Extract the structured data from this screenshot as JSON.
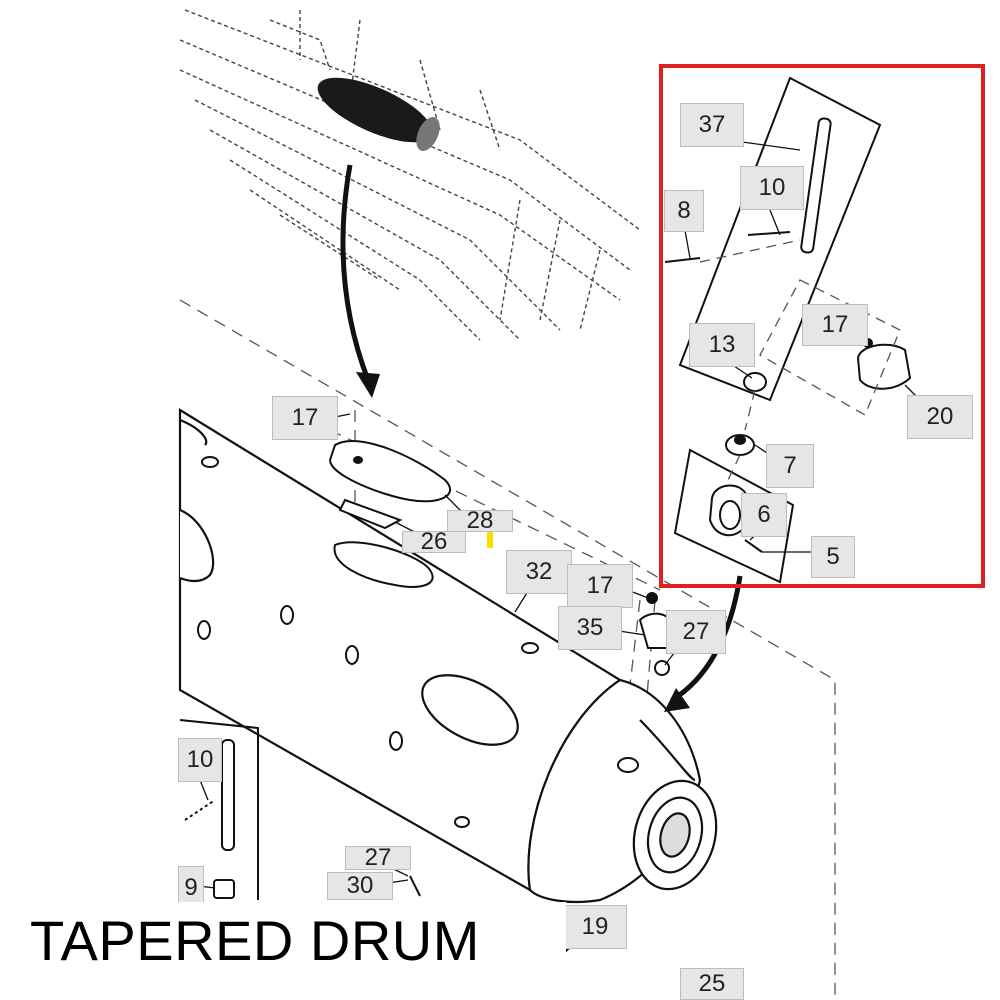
{
  "caption": "TAPERED DRUM",
  "colors": {
    "detail_frame": "#e02020",
    "callout_fill": "#e6e6e6",
    "highlight": "#f5e000",
    "line": "#111111"
  },
  "callouts": [
    {
      "id": "37",
      "label": "37"
    },
    {
      "id": "10a",
      "label": "10"
    },
    {
      "id": "8",
      "label": "8"
    },
    {
      "id": "17a",
      "label": "17"
    },
    {
      "id": "13",
      "label": "13"
    },
    {
      "id": "20",
      "label": "20"
    },
    {
      "id": "7",
      "label": "7"
    },
    {
      "id": "6",
      "label": "6"
    },
    {
      "id": "5",
      "label": "5"
    },
    {
      "id": "17b",
      "label": "17"
    },
    {
      "id": "28",
      "label": "28"
    },
    {
      "id": "26",
      "label": "26"
    },
    {
      "id": "32",
      "label": "32"
    },
    {
      "id": "17c",
      "label": "17"
    },
    {
      "id": "35",
      "label": "35"
    },
    {
      "id": "27a",
      "label": "27"
    },
    {
      "id": "10b",
      "label": "10"
    },
    {
      "id": "9",
      "label": "9"
    },
    {
      "id": "27b",
      "label": "27"
    },
    {
      "id": "30",
      "label": "30"
    },
    {
      "id": "19",
      "label": "19"
    },
    {
      "id": "25",
      "label": "25"
    }
  ]
}
